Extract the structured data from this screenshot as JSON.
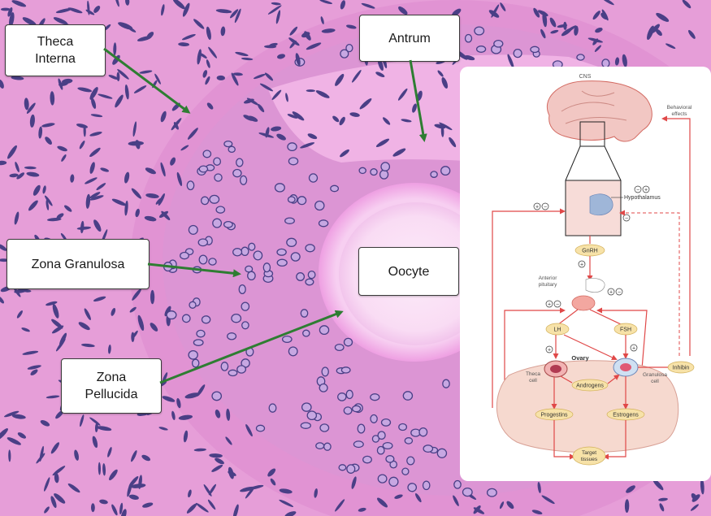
{
  "histology": {
    "labels": {
      "theca_interna_line1": "Theca",
      "theca_interna_line2": "Interna",
      "antrum": "Antrum",
      "zona_granulosa": "Zona Granulosa",
      "oocyte": "Oocyte",
      "zona_pellucida_line1": "Zona",
      "zona_pellucida_line2": "Pellucida"
    }
  },
  "hormone_diagram": {
    "cns": "CNS",
    "behavioral_line1": "Behavioral",
    "behavioral_line2": "effects",
    "hypothalamus": "Hypothalamus",
    "gnrh": "GnRH",
    "anterior_line1": "Anterior",
    "anterior_line2": "pituitary",
    "lh": "LH",
    "fsh": "FSH",
    "ovary": "Ovary",
    "theca_line1": "Theca",
    "theca_line2": "cell",
    "granulosa_line1": "Granulosa",
    "granulosa_line2": "cell",
    "androgens": "Androgens",
    "inhibin": "Inhibin",
    "progestins": "Progestins",
    "estrogens": "Estrogens",
    "target_line1": "Target",
    "target_line2": "tissues",
    "plus": "+",
    "minus": "−"
  },
  "colors": {
    "tissue_background": "#e59bd6",
    "stroma": "#e7a6da",
    "granulosa_layer": "#d993d2",
    "antrum": "#f2b4e6",
    "zona_pellucida": "#f6c8ef",
    "oocyte": "#fbe2f8",
    "nucleus": "#4a3f86",
    "arrow_green": "#2e7d32",
    "diagram_red": "#e04848",
    "hormone_pill": "#f7e2a8",
    "ovary_fill": "#f6d9cf",
    "brain_fill": "#f2c7c3"
  }
}
